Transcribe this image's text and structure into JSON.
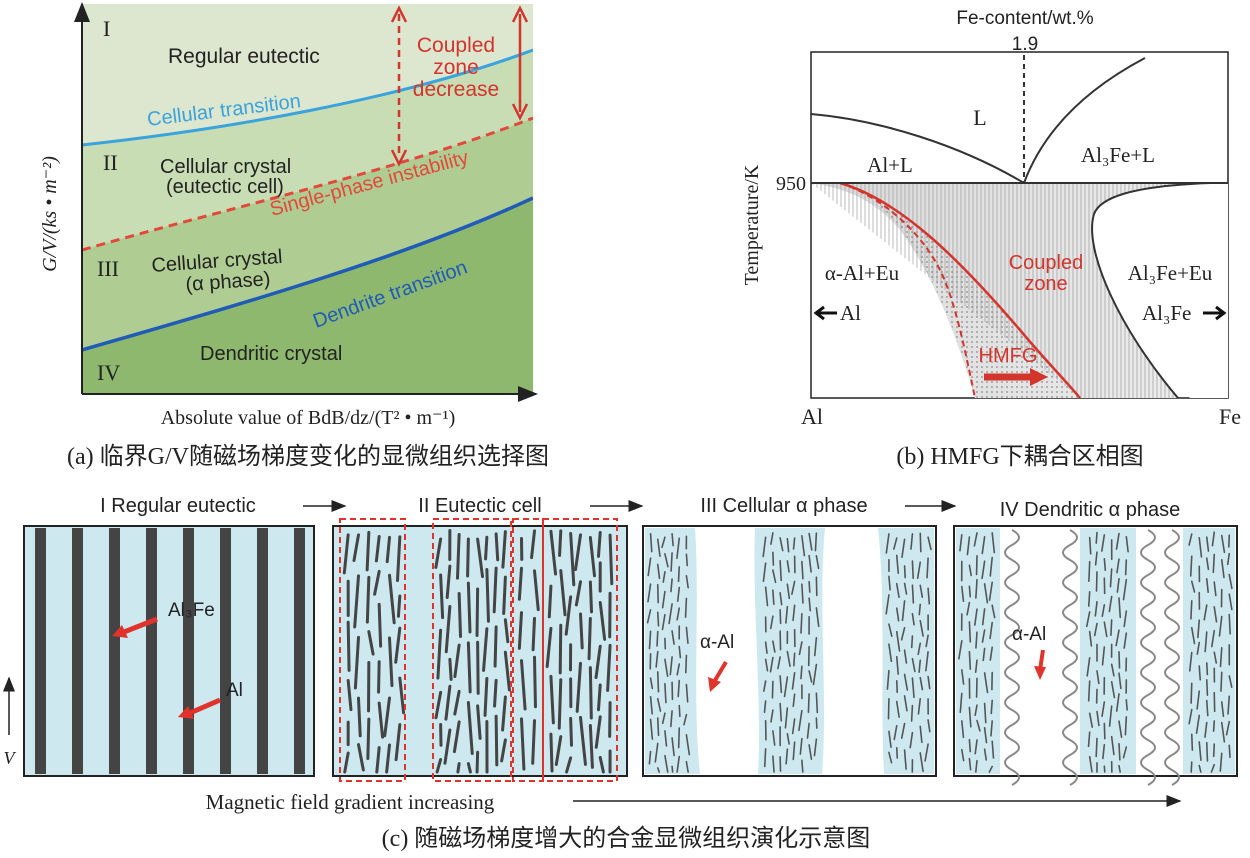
{
  "panel_a": {
    "regions": {
      "I": "I",
      "II": "II",
      "III": "III",
      "IV": "IV",
      "regular_eutectic": "Regular eutectic",
      "cellular_eutectic_1": "Cellular crystal",
      "cellular_eutectic_2": "(eutectic cell)",
      "cellular_alpha_1": "Cellular crystal",
      "cellular_alpha_2": "(α phase)",
      "dendritic": "Dendritic crystal"
    },
    "lines": {
      "cellular": "Cellular transition",
      "single_phase": "Single-phase instability",
      "dendrite": "Dendrite transition"
    },
    "coupled_zone": [
      "Coupled",
      "zone",
      "decrease"
    ],
    "ylabel": "G/V/(ks • m⁻²)",
    "xlabel": "Absolute value of BdB/dz/(T² • m⁻¹)",
    "caption": "(a) 临界G/V随磁场梯度变化的显微组织选择图",
    "colors": {
      "band1": "#dde6cf",
      "band2": "#c9ddb5",
      "band3": "#afcd93",
      "band4": "#8fb86f",
      "cellular": "#3aa3dc",
      "single_phase": "#e3483a",
      "dendrite": "#1f5bb7",
      "coupled": "#d3342c"
    }
  },
  "panel_b": {
    "top_label": "Fe-content/wt.%",
    "top_value": "1.9",
    "ylabel": "Temperature/K",
    "y_tick": "950",
    "x_left": "Al",
    "x_right": "Fe",
    "regions": {
      "L": "L",
      "al_l": "Al+L",
      "al3fe_l": "Al₃Fe+L",
      "alpha_eu": "α-Al+Eu",
      "al3fe_eu": "Al₃Fe+Eu",
      "al_arrow": "Al",
      "al3fe_arrow": "Al₃Fe",
      "coupled_1": "Coupled",
      "coupled_2": "zone",
      "hmfg": "HMFG"
    },
    "caption": "(b) HMFG下耦合区相图"
  },
  "panel_c": {
    "stages": [
      "I Regular eutectic",
      "II Eutectic cell",
      "III Cellular α phase",
      "IV Dendritic α phase"
    ],
    "labels": {
      "al3fe": "Al₃Fe",
      "al": "Al",
      "alpha_al_3": "α-Al",
      "alpha_al_4": "α-Al",
      "v": "V"
    },
    "gradient": "Magnetic field gradient increasing",
    "caption": "(c) 随磁场梯度增大的合金显微组织演化示意图",
    "colors": {
      "cell": "#cde8ef",
      "lamella": "#444444",
      "arrow": "#e0332c"
    }
  }
}
